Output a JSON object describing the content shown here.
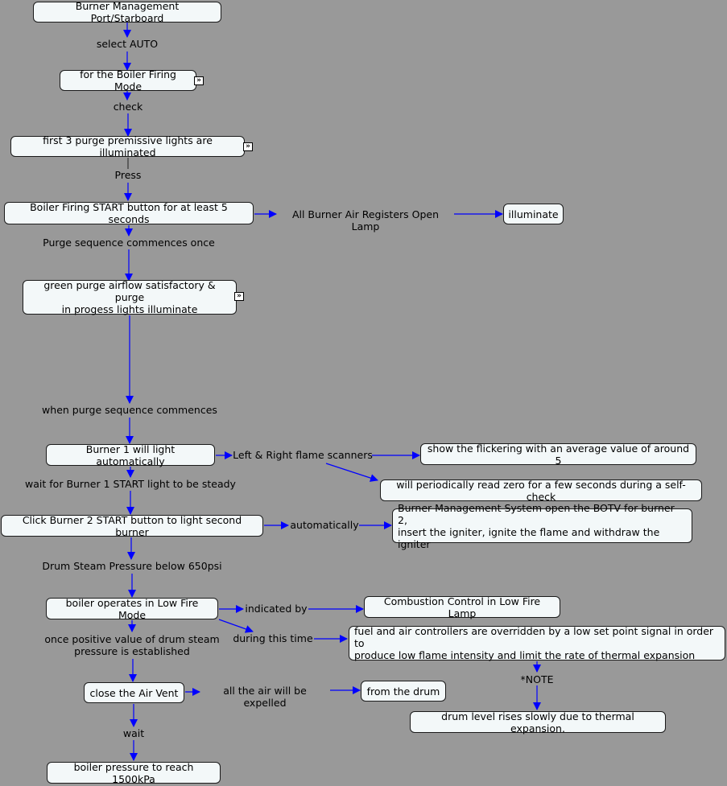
{
  "nodes": {
    "n1": "Burner Management Port/Starboard",
    "n2": "for the Boiler Firing Mode",
    "n3": "first 3 purge premissive lights are illuminated",
    "n4": "Boiler Firing START button for at least 5 seconds",
    "n5": "illuminate",
    "n6": "green purge airflow satisfactory & purge\nin progess lights illuminate",
    "n7": "Burner 1 will light automatically",
    "n8": "show the flickering with an average value of around 5",
    "n9": "will periodically read zero for a few seconds during a self-check",
    "n10": "Click Burner 2 START button to light second burner",
    "n11": "Burner Management System open the BOTV for burner 2,\ninsert the igniter, ignite the flame and withdraw the igniter",
    "n12": "boiler operates in Low Fire Mode",
    "n13": "Combustion Control in Low Fire Lamp",
    "n14": "fuel and air controllers are overridden by a low set point signal in order to\nproduce low flame intensity and limit the rate of thermal expansion",
    "n15": "close the Air Vent",
    "n16": "from the drum",
    "n17": "drum level rises slowly due to thermal expansion.",
    "n18": "boiler pressure to reach 1500kPa"
  },
  "labels": {
    "l1": "select AUTO",
    "l2": "check",
    "l3": "Press",
    "l4": "All Burner Air Registers Open Lamp",
    "l5": "Purge sequence commences once",
    "l6": "when purge sequence commences",
    "l7": "Left & Right flame scanners",
    "l8": "wait for Burner 1 START light to be steady",
    "l9": "automatically",
    "l10": "Drum Steam Pressure below 650psi",
    "l11": "indicated by",
    "l12": "once positive value of drum steam\npressure is established",
    "l13": "during this time",
    "l14": "all the air will be expelled",
    "l15": "*NOTE",
    "l16": "wait"
  },
  "expand_glyph": "»",
  "colors": {
    "background": "#999999",
    "node_fill": "#f3f8f9",
    "arrow": "#0000ff"
  }
}
